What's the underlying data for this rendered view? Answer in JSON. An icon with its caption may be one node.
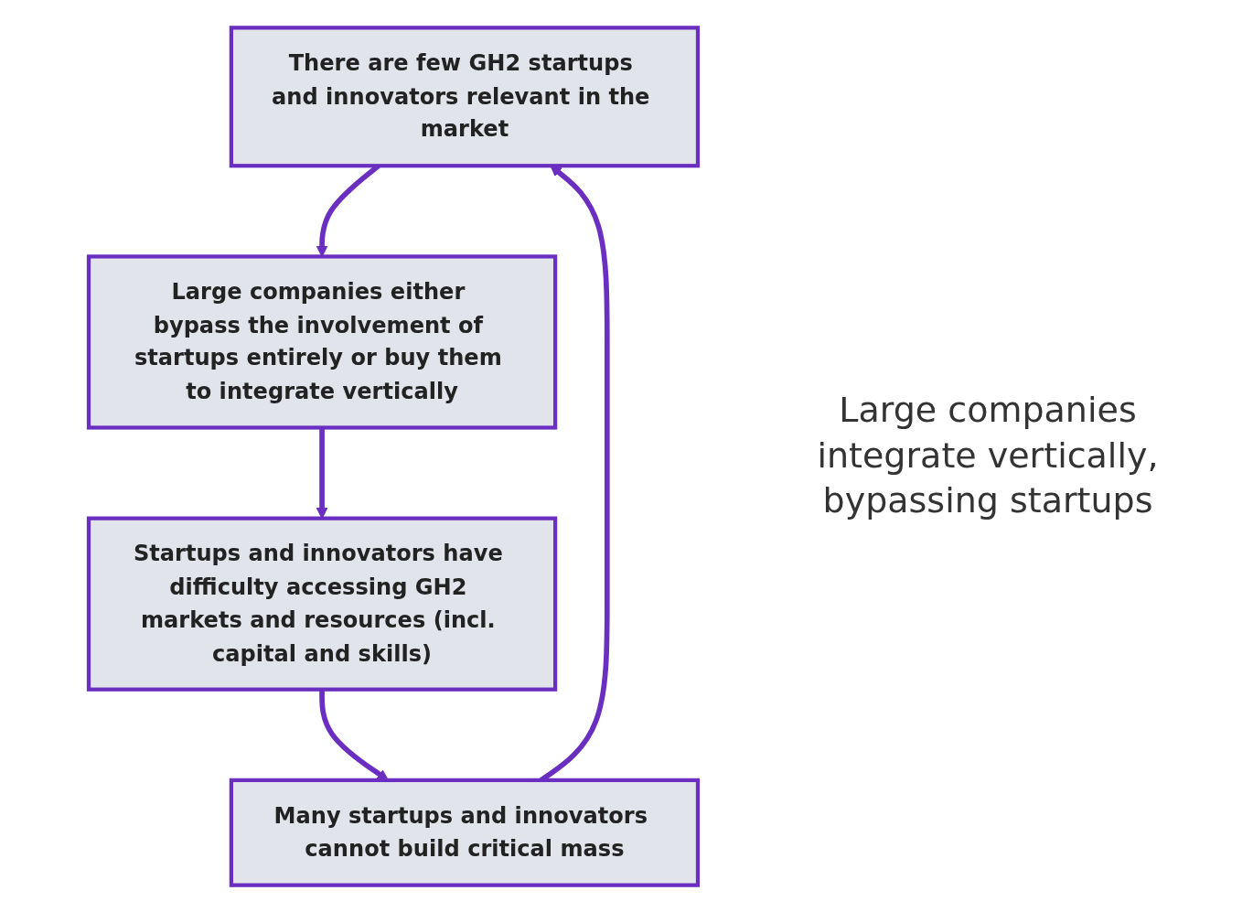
{
  "diagram": {
    "nodes": [
      {
        "text": [
          "There are few GH2 startups and innovators relevant in the market"
        ]
      },
      {
        "text": [
          "Large companies either bypass the involvement of startups entirely or buy them to integrate vertically"
        ]
      },
      {
        "text": [
          "Startups and innovators have difficulty accessing GH2 markets and resources (incl. capital and skills)"
        ]
      },
      {
        "text": [
          "Many startups and innovators cannot build critical mass"
        ]
      }
    ],
    "edges": [
      {
        "from": 0,
        "to": 1,
        "arrow": "to"
      },
      {
        "from": 1,
        "to": 2,
        "arrow": "to"
      },
      {
        "from": 2,
        "to": 3,
        "arrow": "to"
      },
      {
        "from": 3,
        "to": 0,
        "arrow": "to"
      }
    ],
    "labels": [
      "Large companies integrate vertically, bypassing startups"
    ]
  }
}
